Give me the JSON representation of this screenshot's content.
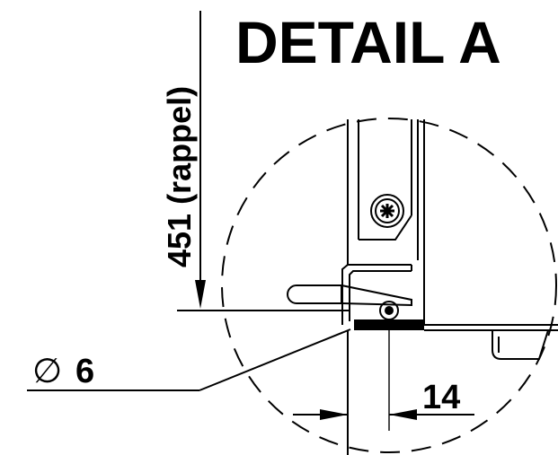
{
  "detail_title": "DETAIL A",
  "vertical_dimension": "451 (rappel)",
  "diameter_symbol": "∅",
  "diameter_value": "6",
  "horizontal_dimension": "14"
}
